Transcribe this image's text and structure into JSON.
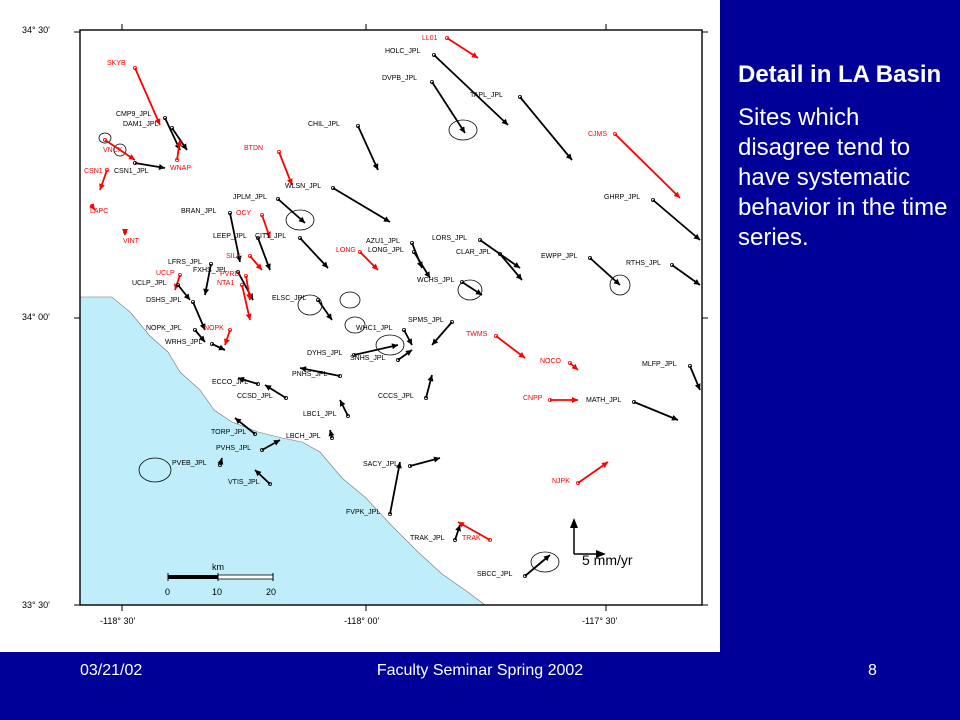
{
  "slide": {
    "title": "Detail in LA Basin",
    "body": "Sites which disagree tend to have systematic behavior in the time series.",
    "footer_left": "03/21/02",
    "footer_center": "Faculty Seminar Spring 2002",
    "footer_right": "8"
  },
  "colors": {
    "background": "#000099",
    "ocean": "#bfeefa",
    "red_vector": "#ff0000",
    "black_vector": "#000000"
  },
  "map": {
    "lat_labels": [
      "34° 30'",
      "34° 00'",
      "33° 30'"
    ],
    "lon_labels": [
      "-118° 30'",
      "-118° 00'",
      "-117° 30'"
    ],
    "scale": {
      "unit": "km",
      "ticks": [
        "0",
        "10",
        "20"
      ]
    },
    "reference": {
      "label": "5 mm/yr"
    },
    "stations": [
      {
        "name": "LL01",
        "color": "red"
      },
      {
        "name": "HOLC_JPL",
        "color": "black"
      },
      {
        "name": "DVPB_JPL",
        "color": "black"
      },
      {
        "name": "SKYB",
        "color": "red"
      },
      {
        "name": "CMP9_JPL",
        "color": "black"
      },
      {
        "name": "DAM1_JPL",
        "color": "black"
      },
      {
        "name": "VNCX",
        "color": "red"
      },
      {
        "name": "CSN1",
        "color": "red"
      },
      {
        "name": "CSN1_JPL",
        "color": "black"
      },
      {
        "name": "WNAP",
        "color": "red"
      },
      {
        "name": "TAPL_JPL",
        "color": "black"
      },
      {
        "name": "CHIL_JPL",
        "color": "black"
      },
      {
        "name": "CJMS",
        "color": "red"
      },
      {
        "name": "BTDN",
        "color": "red"
      },
      {
        "name": "WLSN_JPL",
        "color": "black"
      },
      {
        "name": "LAPC",
        "color": "red"
      },
      {
        "name": "BRAN_JPL",
        "color": "black"
      },
      {
        "name": "JPLM_JPL",
        "color": "black"
      },
      {
        "name": "OCY",
        "color": "red"
      },
      {
        "name": "GHRP_JPL",
        "color": "black"
      },
      {
        "name": "VINT",
        "color": "red"
      },
      {
        "name": "LEEP_JPL",
        "color": "black"
      },
      {
        "name": "CIT1_JPL",
        "color": "black"
      },
      {
        "name": "LONG",
        "color": "red"
      },
      {
        "name": "AZU1_JPL",
        "color": "black"
      },
      {
        "name": "LONG_JPL",
        "color": "black"
      },
      {
        "name": "LORS_JPL",
        "color": "black"
      },
      {
        "name": "CLAR_JPL",
        "color": "black"
      },
      {
        "name": "EWPP_JPL",
        "color": "black"
      },
      {
        "name": "RTHS_JPL",
        "color": "black"
      },
      {
        "name": "LFRS_JPL",
        "color": "black"
      },
      {
        "name": "FXHS_JPL",
        "color": "black"
      },
      {
        "name": "SILK",
        "color": "red"
      },
      {
        "name": "PVRD",
        "color": "red"
      },
      {
        "name": "NTA1",
        "color": "red"
      },
      {
        "name": "UCLP",
        "color": "red"
      },
      {
        "name": "UCLP_JPL",
        "color": "black"
      },
      {
        "name": "DSHS_JPL",
        "color": "black"
      },
      {
        "name": "WCHS_JPL",
        "color": "black"
      },
      {
        "name": "ELSC_JPL",
        "color": "black"
      },
      {
        "name": "NOPK_JPL",
        "color": "black"
      },
      {
        "name": "NOPK",
        "color": "red"
      },
      {
        "name": "WRHS_JPL",
        "color": "black"
      },
      {
        "name": "SPMS_JPL",
        "color": "black"
      },
      {
        "name": "WHC1_JPL",
        "color": "black"
      },
      {
        "name": "TWMS",
        "color": "red"
      },
      {
        "name": "MLFP_JPL",
        "color": "black"
      },
      {
        "name": "DYHS_JPL",
        "color": "black"
      },
      {
        "name": "SNHS_JPL",
        "color": "black"
      },
      {
        "name": "NOCO",
        "color": "red"
      },
      {
        "name": "PNHS_JPL",
        "color": "black"
      },
      {
        "name": "CCCS_JPL",
        "color": "black"
      },
      {
        "name": "CNPP",
        "color": "red"
      },
      {
        "name": "MATH_JPL",
        "color": "black"
      },
      {
        "name": "ECCO_JPL",
        "color": "black"
      },
      {
        "name": "CCSD_JPL",
        "color": "black"
      },
      {
        "name": "LBC1_JPL",
        "color": "black"
      },
      {
        "name": "LBCH_JPL",
        "color": "black"
      },
      {
        "name": "TORP_JPL",
        "color": "black"
      },
      {
        "name": "PVHS_JPL",
        "color": "black"
      },
      {
        "name": "PVEB_JPL",
        "color": "black"
      },
      {
        "name": "SACY_JPL",
        "color": "black"
      },
      {
        "name": "NJPK",
        "color": "red"
      },
      {
        "name": "VTIS_JPL",
        "color": "black"
      },
      {
        "name": "FVPK_JPL",
        "color": "black"
      },
      {
        "name": "TRAK_JPL",
        "color": "black"
      },
      {
        "name": "TRAK",
        "color": "red"
      },
      {
        "name": "SBCC_JPL",
        "color": "black"
      }
    ]
  }
}
